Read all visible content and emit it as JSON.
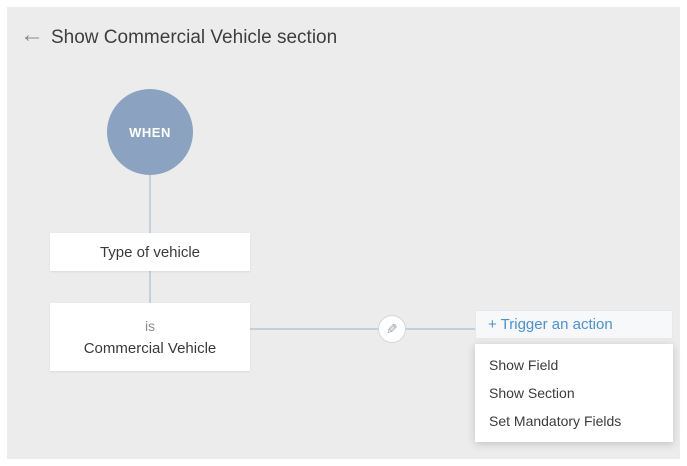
{
  "header": {
    "back_icon": "←",
    "title": "Show Commercial Vehicle section"
  },
  "flow": {
    "when_label": "WHEN",
    "field_label": "Type of vehicle",
    "condition": {
      "operator": "is",
      "value": "Commercial Vehicle"
    },
    "edit_icon": "✎",
    "trigger_label": "+ Trigger an action",
    "menu_items": [
      "Show Field",
      "Show Section",
      "Set Mandatory Fields"
    ]
  },
  "colors": {
    "canvas_bg": "#ececec",
    "when_circle": "#8ba3c1",
    "connector_line": "#c3cfdd",
    "accent_blue": "#4a90d9"
  }
}
